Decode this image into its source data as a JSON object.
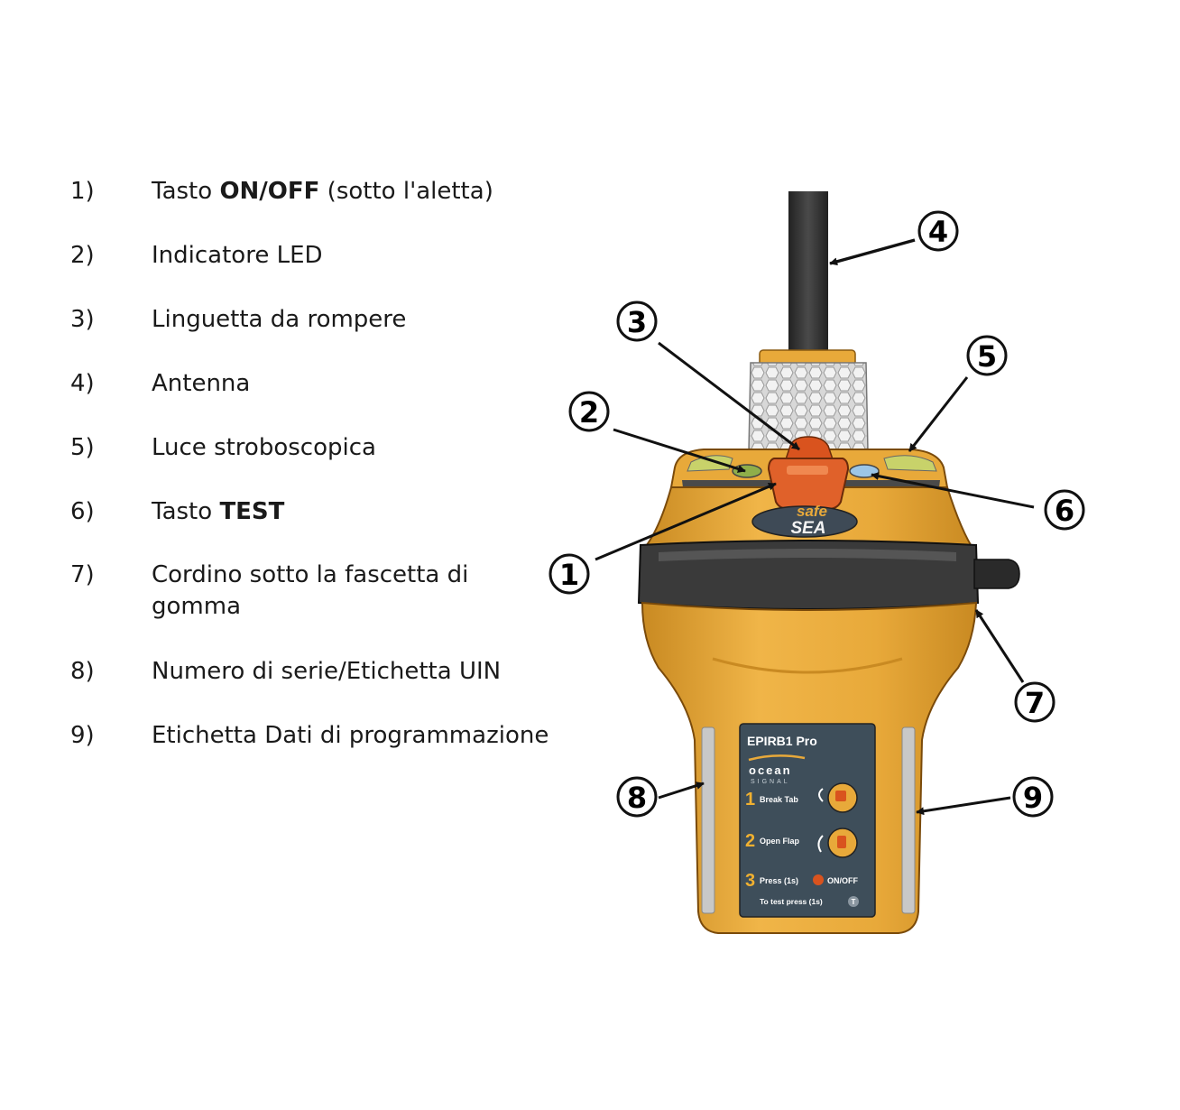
{
  "legend": [
    {
      "num": "1)",
      "text_before": "Tasto ",
      "text_bold": "ON/OFF",
      "text_after": " (sotto l'aletta)"
    },
    {
      "num": "2)",
      "text_before": "Indicatore LED",
      "text_bold": "",
      "text_after": ""
    },
    {
      "num": "3)",
      "text_before": "Linguetta da rompere",
      "text_bold": "",
      "text_after": ""
    },
    {
      "num": "4)",
      "text_before": "Antenna",
      "text_bold": "",
      "text_after": ""
    },
    {
      "num": "5)",
      "text_before": "Luce stroboscopica",
      "text_bold": "",
      "text_after": ""
    },
    {
      "num": "6)",
      "text_before": "Tasto ",
      "text_bold": "TEST",
      "text_after": ""
    },
    {
      "num": "7)",
      "text_before": "Cordino sotto la fascetta di gomma",
      "text_bold": "",
      "text_after": ""
    },
    {
      "num": "8)",
      "text_before": "Numero di serie/Etichetta UIN",
      "text_bold": "",
      "text_after": ""
    },
    {
      "num": "9)",
      "text_before": "Etichetta Dati di programmazione",
      "text_bold": "",
      "text_after": ""
    }
  ],
  "callouts": [
    "1",
    "2",
    "3",
    "4",
    "5",
    "6",
    "7",
    "8",
    "9"
  ],
  "device": {
    "brand_top": "safe",
    "brand_bottom": "SEA",
    "model": "EPIRB1 Pro",
    "logo_top": "ocean",
    "logo_bottom": "SIGNAL",
    "step1_num": "1",
    "step1_text": "Break Tab",
    "step2_num": "2",
    "step2_text": "Open Flap",
    "step3_num": "3",
    "step3_text": "Press (1s)",
    "step3_button": "ON/OFF",
    "test_text": "To test press (1s)",
    "test_icon_letter": "T"
  },
  "colors": {
    "body": "#E8A93A",
    "body_dark": "#C98A22",
    "band": "#3A3A3A",
    "antenna": "#333333",
    "tab": "#D9531E",
    "label": "#3E4E5A",
    "step_num": "#F0B030"
  }
}
